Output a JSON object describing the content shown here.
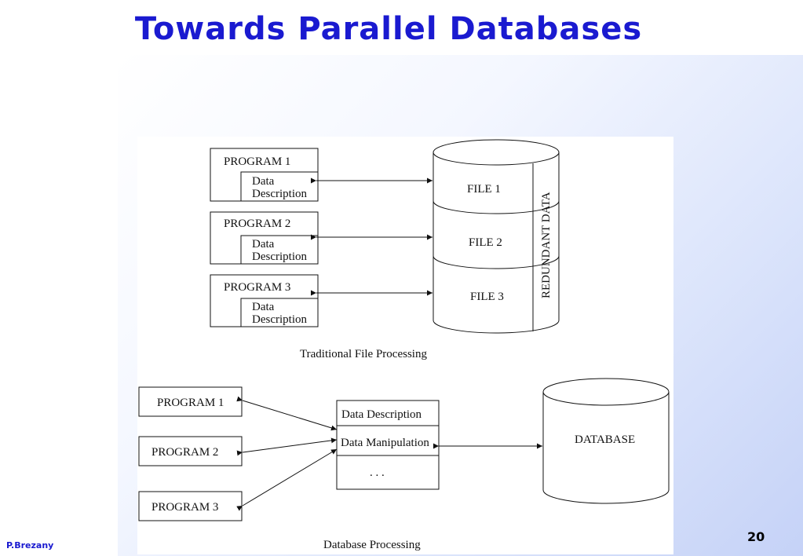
{
  "slide": {
    "title": "Towards Parallel Databases",
    "author": "P.Brezany",
    "page_number": "20"
  },
  "traditional": {
    "programs": [
      {
        "name": "PROGRAM 1",
        "desc_line1": "Data",
        "desc_line2": "Description"
      },
      {
        "name": "PROGRAM 2",
        "desc_line1": "Data",
        "desc_line2": "Description"
      },
      {
        "name": "PROGRAM 3",
        "desc_line1": "Data",
        "desc_line2": "Description"
      }
    ],
    "files": [
      "FILE 1",
      "FILE 2",
      "FILE 3"
    ],
    "side_label": "REDUNDANT  DATA",
    "caption": "Traditional  File  Processing"
  },
  "database_processing": {
    "programs": [
      "PROGRAM 1",
      "PROGRAM 2",
      "PROGRAM 3"
    ],
    "dbms_rows": [
      "Data  Description",
      "Data Manipulation",
      ". . ."
    ],
    "database_label": "DATABASE",
    "caption": "Database Processing"
  }
}
